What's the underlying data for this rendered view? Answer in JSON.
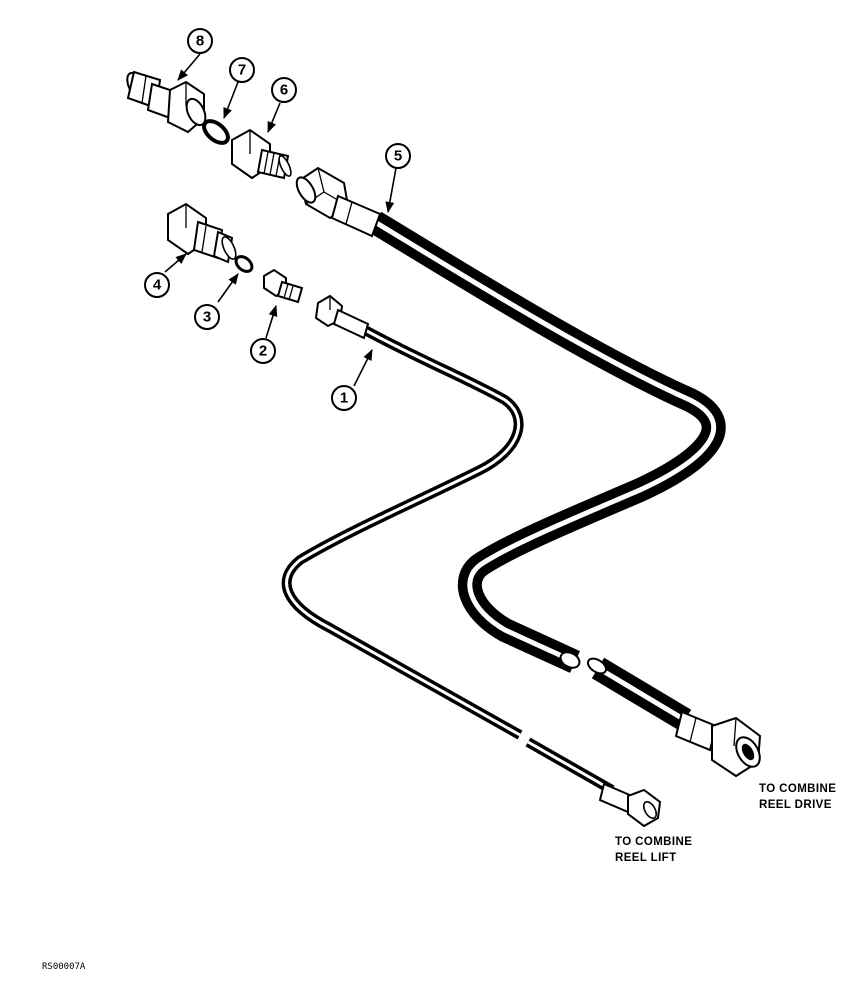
{
  "callouts": [
    "1",
    "2",
    "3",
    "4",
    "5",
    "6",
    "7",
    "8"
  ],
  "notes": {
    "reel_drive": [
      "TO COMBINE",
      "REEL DRIVE"
    ],
    "reel_lift": [
      "TO COMBINE",
      "REEL LIFT"
    ]
  },
  "reference_code": "RS00007A"
}
